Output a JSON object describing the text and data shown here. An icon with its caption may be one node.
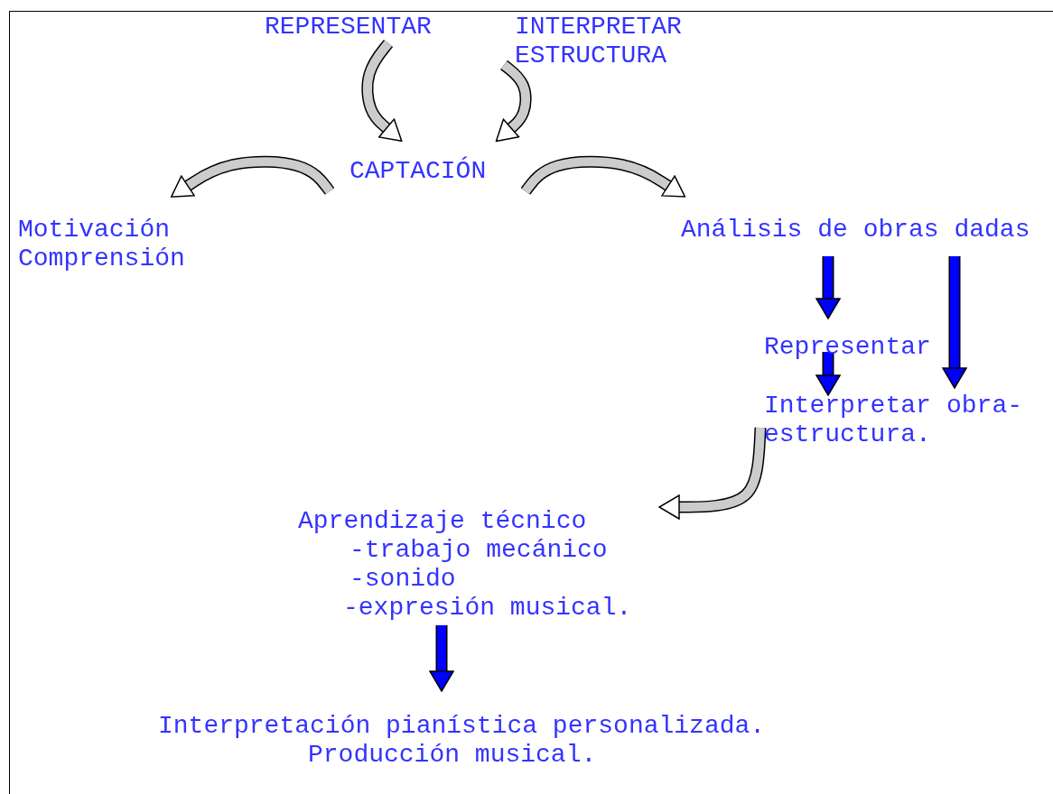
{
  "diagram": {
    "nodes": [
      {
        "text": [
          "REPRESENTAR"
        ]
      },
      {
        "text": [
          "INTERPRETAR ESTRUCTURA"
        ]
      },
      {
        "text": [
          "CAPTACIÓN"
        ]
      },
      {
        "text": [
          "Motivación Comprensión"
        ]
      },
      {
        "text": [
          "Análisis de obras dadas"
        ]
      },
      {
        "text": [
          "Representar"
        ]
      },
      {
        "text": [
          "Interpretar obra- estructura."
        ]
      },
      {
        "text": [
          "Aprendizaje técnico",
          "-trabajo mecánico",
          "-sonido",
          "-expresión musical."
        ]
      },
      {
        "text": [
          "Interpretación pianística personalizada.",
          "Producción musical."
        ]
      }
    ],
    "edges": [
      {
        "from": 0,
        "to": 2,
        "arrow": "to"
      },
      {
        "from": 1,
        "to": 2,
        "arrow": "to"
      },
      {
        "from": 2,
        "to": 3,
        "arrow": "to"
      },
      {
        "from": 2,
        "to": 4,
        "arrow": "to"
      },
      {
        "from": 4,
        "to": 5,
        "arrow": "to",
        "color": "#0000ff"
      },
      {
        "from": 4,
        "to": 6,
        "arrow": "to",
        "color": "#0000ff"
      },
      {
        "from": 5,
        "to": 6,
        "arrow": "to",
        "color": "#0000ff"
      },
      {
        "from": 6,
        "to": 7,
        "arrow": "to"
      },
      {
        "from": 7,
        "to": 8,
        "arrow": "to",
        "color": "#0000ff"
      }
    ]
  }
}
